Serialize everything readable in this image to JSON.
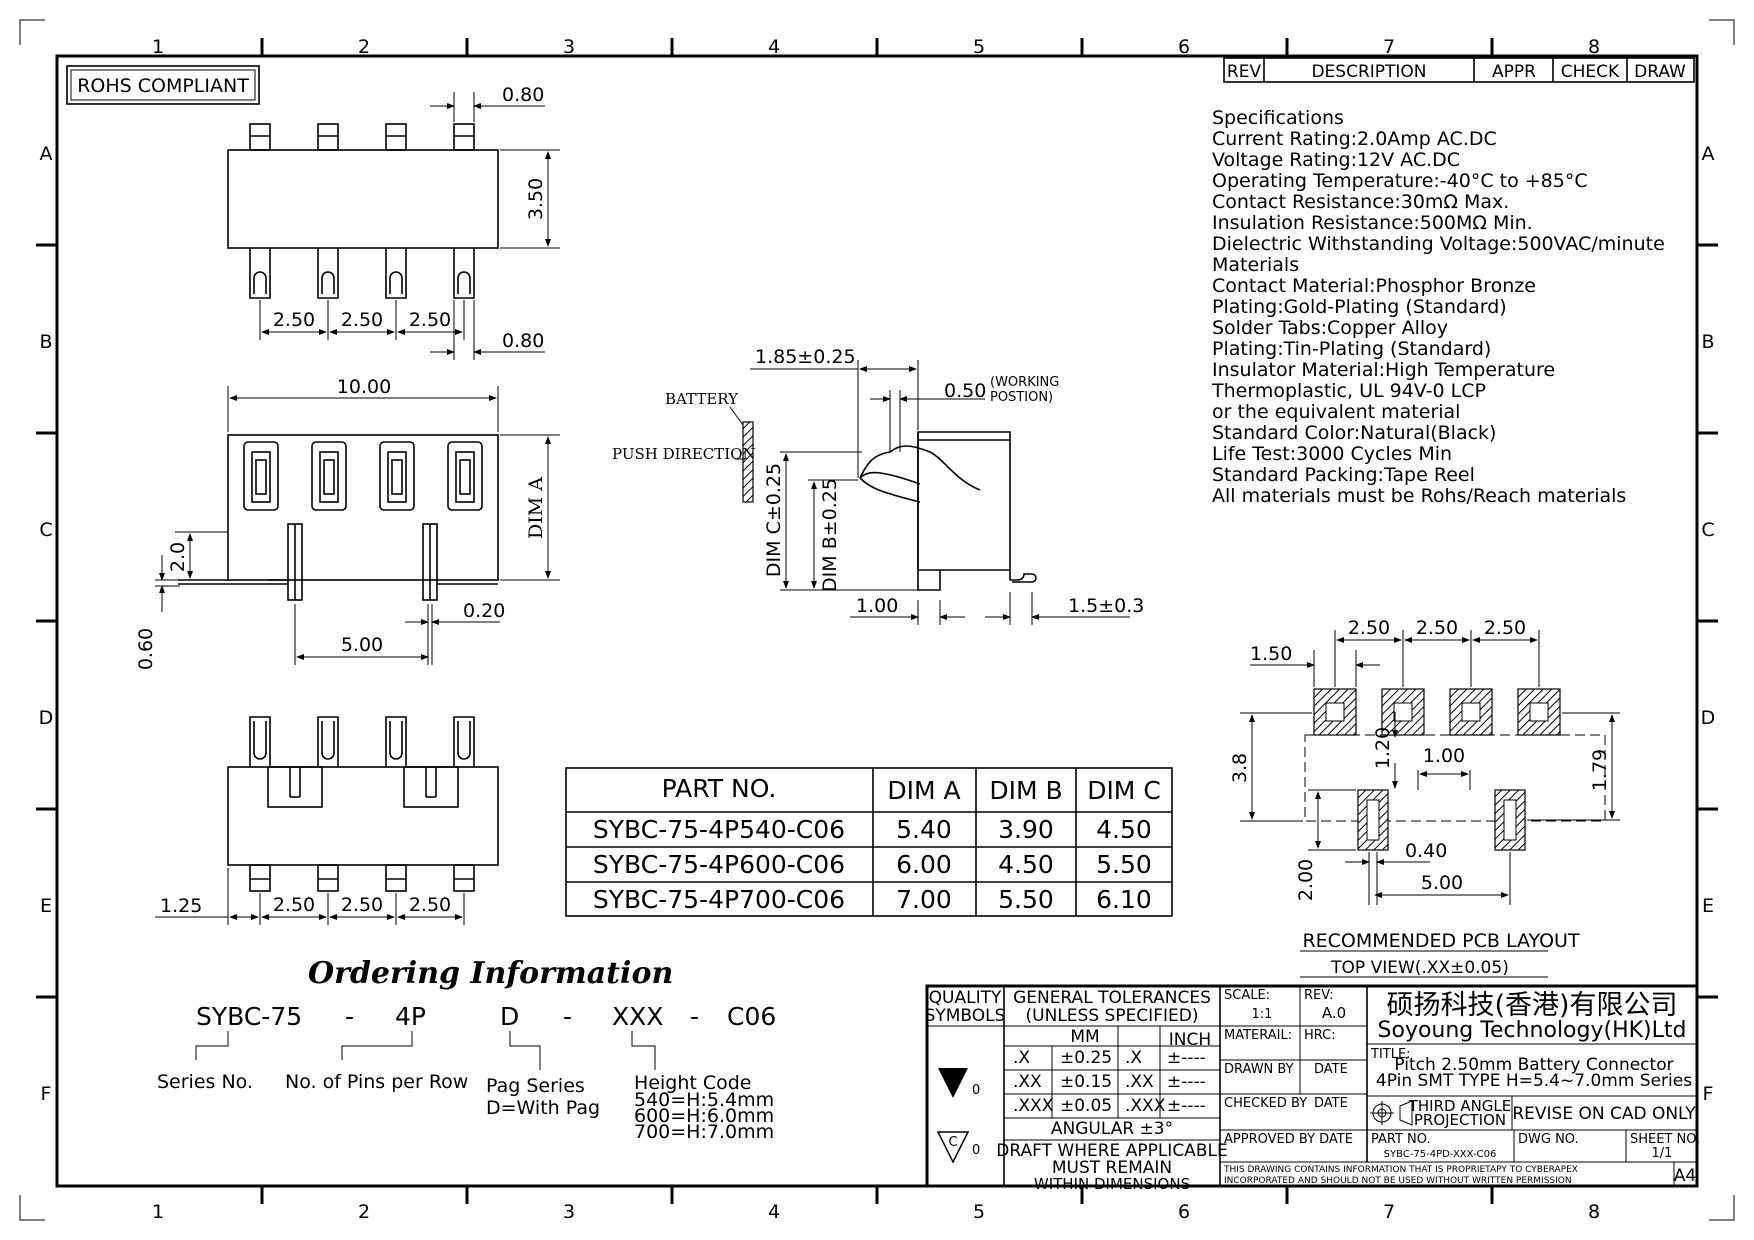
{
  "frame": {
    "columns": [
      "1",
      "2",
      "3",
      "4",
      "5",
      "6",
      "7",
      "8"
    ],
    "rows": [
      "A",
      "B",
      "C",
      "D",
      "E",
      "F"
    ]
  },
  "rohs": "ROHS COMPLIANT",
  "revision_block": {
    "rev": "REV",
    "description": "DESCRIPTION",
    "appr": "APPR",
    "check": "CHECK",
    "draw": "DRAW"
  },
  "specifications": [
    "Specifications",
    "Current Rating:2.0Amp AC.DC",
    "Voltage Rating:12V AC.DC",
    "Operating Temperature:-40°C to +85°C",
    "Contact Resistance:30mΩ Max.",
    "Insulation Resistance:500MΩ Min.",
    "Dielectric Withstanding Voltage:500VAC/minute",
    "Materials",
    "Contact Material:Phosphor Bronze",
    "Plating:Gold-Plating (Standard)",
    "Solder Tabs:Copper Alloy",
    "Plating:Tin-Plating (Standard)",
    "Insulator Material:High Temperature",
    "Thermoplastic, UL 94V-0 LCP",
    "or the equivalent material",
    "Standard Color:Natural(Black)",
    "Life Test:3000 Cycles Min",
    "Standard Packing:Tape Reel",
    "All materials must be Rohs/Reach materials"
  ],
  "top_view": {
    "dim_pin_width": "0.80",
    "dim_height": "3.50",
    "pitch1": "2.50",
    "pitch2": "2.50",
    "pitch3": "2.50",
    "dim_pin_width_bottom": "0.80"
  },
  "front_view": {
    "dim_length": "10.00",
    "dim_a": "DIM A",
    "dim_2": "2.0",
    "dim_060": "0.60",
    "dim_020": "0.20",
    "dim_500": "5.00"
  },
  "bottom_view": {
    "dim_125": "1.25",
    "pitch1": "2.50",
    "pitch2": "2.50",
    "pitch3": "2.50"
  },
  "side_view": {
    "dim_185": "1.85±0.25",
    "dim_050": "0.50",
    "working_1": "(WORKING",
    "working_2": "POSTION)",
    "battery": "BATTERY",
    "push": "PUSH DIRECTION",
    "dim_c": "DIM C±0.25",
    "dim_b": "DIM B±0.25",
    "dim_100": "1.00",
    "dim_15": "1.5±0.3"
  },
  "part_table": {
    "headers": [
      "PART NO.",
      "DIM A",
      "DIM B",
      "DIM C"
    ],
    "rows": [
      [
        "SYBC-75-4P540-C06",
        "5.40",
        "3.90",
        "4.50"
      ],
      [
        "SYBC-75-4P600-C06",
        "6.00",
        "4.50",
        "5.50"
      ],
      [
        "SYBC-75-4P700-C06",
        "7.00",
        "5.50",
        "6.10"
      ]
    ]
  },
  "pcb_layout": {
    "pitch1": "2.50",
    "pitch2": "2.50",
    "pitch3": "2.50",
    "dim_150": "1.50",
    "dim_38": "3.8",
    "dim_120": "1.20",
    "dim_100": "1.00",
    "dim_179": "1.79",
    "dim_040": "0.40",
    "dim_200": "2.00",
    "dim_500": "5.00",
    "title": "RECOMMENDED PCB LAYOUT",
    "subtitle": "TOP VIEW(.XX±0.05)"
  },
  "ordering": {
    "title": "Ordering Information",
    "code": {
      "series": "SYBC-75",
      "dash1": "-",
      "pins": "4P",
      "pag": "D",
      "dash2": "-",
      "xxx": "XXX",
      "dash3": "-",
      "suffix": "C06"
    },
    "series_label": "Series No.",
    "pins_label": "No. of Pins per Row",
    "pag_label_1": "Pag Series",
    "pag_label_2": "D=With Pag",
    "height_label": "Height Code",
    "height_codes": [
      "540=H:5.4mm",
      "600=H:6.0mm",
      "700=H:7.0mm"
    ]
  },
  "title_block": {
    "quality_1": "QUALITY",
    "quality_2": "SYMBOLS",
    "tol_1": "GENERAL TOLERANCES",
    "tol_2": "(UNLESS SPECIFIED)",
    "mm": "MM",
    "inch": "INCH",
    "tol_rows": [
      [
        ".X",
        "±0.25",
        ".X",
        "±----"
      ],
      [
        ".XX",
        "±0.15",
        ".XX",
        "±----"
      ],
      [
        ".XXX",
        "±0.05",
        ".XXX",
        "±----"
      ]
    ],
    "angular": "ANGULAR ±3°",
    "draft_1": "DRAFT WHERE APPLICABLE",
    "draft_2": "MUST REMAIN",
    "draft_3": "WITHIN DIMENSIONS",
    "sym_val_1": "0",
    "sym_c": "C",
    "sym_val_2": "0",
    "scale_lbl": "SCALE:",
    "scale_val": "1:1",
    "rev_lbl": "REV:",
    "rev_val": "A.0",
    "material_lbl": "MATERAIL:",
    "hrc_lbl": "HRC:",
    "drawn_lbl": "DRAWN BY",
    "date_1": "DATE",
    "checked_lbl": "CHECKED BY",
    "date_2": "DATE",
    "approved_lbl": "APPROVED BY DATE",
    "company_cn": "硕扬科技(香港)有限公司",
    "company_en": "Soyoung Technology(HK)Ltd",
    "title_lbl": "TITLE:",
    "title_1": "Pitch 2.50mm Battery Connector",
    "title_2": "4Pin SMT TYPE H=5.4~7.0mm Series",
    "third_1": "THIRD ANGLE",
    "third_2": "PROJECTION",
    "revise": "REVISE ON CAD ONLY",
    "part_no_lbl": "PART NO.",
    "part_no_val": "SYBC-75-4PD-XXX-C06",
    "dwg_lbl": "DWG NO.",
    "sheet_lbl": "SHEET NO.",
    "sheet_val": "1/1",
    "note_1": "THIS DRAWING CONTAINS INFORMATION THAT IS PROPRIETAPY TO CYBERAPEX",
    "note_2": "INCORPORATED AND SHOULD NOT BE USED WITHOUT WRITTEN PERMISSION",
    "size": "A4"
  },
  "colors": {
    "line": "#000000",
    "paper": "#ffffff"
  }
}
